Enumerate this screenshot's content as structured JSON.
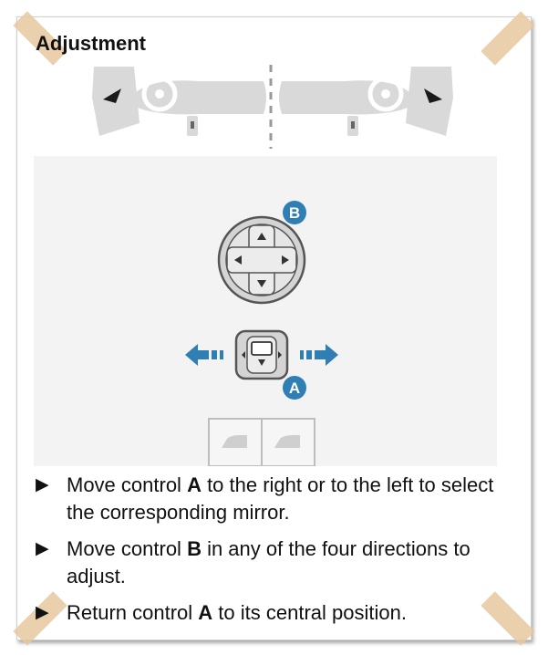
{
  "title": "Adjustment",
  "labels": {
    "control_a": "A",
    "control_b": "B"
  },
  "steps": [
    {
      "pre": "Move control ",
      "key": "A",
      "post": " to the right or to the left to select the corresponding mirror."
    },
    {
      "pre": "Move control ",
      "key": "B",
      "post": " in any of the four directions to adjust."
    },
    {
      "pre": "Return control ",
      "key": "A",
      "post": " to its central position."
    }
  ],
  "colors": {
    "accent_blue": "#2f7fb5",
    "illustration_grey": "#d9d9d9",
    "panel_bg": "#f3f3f3"
  }
}
